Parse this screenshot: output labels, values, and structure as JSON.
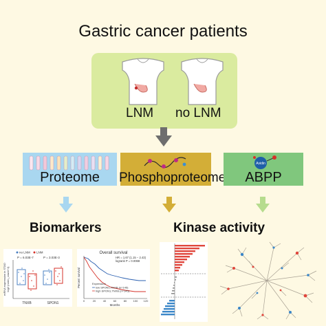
{
  "title": "Gastric cancer patients",
  "groups": {
    "lnm": "LNM",
    "no_lnm": "no LNM"
  },
  "methods": {
    "proteome": "Proteome",
    "phospho": "Phosphoproteome",
    "abpp": "ABPP",
    "avidin": "Avidin"
  },
  "outcomes": {
    "biomarkers": "Biomarkers",
    "kinase": "Kinase activity"
  },
  "boxplot": {
    "legend_no": "no LNM",
    "legend_lnm": "LNM",
    "p1": "P = 6.03E-7",
    "p2": "P = 3.03E-3",
    "ylabel": "mRNA expression in STAD",
    "ylabel2": "log2 (norm_count+1)",
    "x1": "TNXB",
    "x2": "SPON1"
  },
  "survival": {
    "title": "Overall survival",
    "hr": "HR = 1.67 (1.15 − 2.43)",
    "logrank": "logrank P = 0.0068",
    "ylabel": "Percent survival",
    "xlabel": "Months",
    "legend_title": "Expression",
    "low": "low SPON1,TNXB (n=145)",
    "high": "high SPON1,TNXB (n=145)",
    "xticks": [
      "0",
      "20",
      "40",
      "60",
      "80",
      "100",
      "120"
    ]
  },
  "colors": {
    "background": "#fef9e3",
    "patients_box": "#daeb9f",
    "proteome": "#a9d7f0",
    "phospho": "#d3ae37",
    "abpp": "#80c77d",
    "arrow_grey": "#6e6e6e",
    "arrow_blue": "#a9d7f0",
    "arrow_gold": "#d3ae37",
    "arrow_green": "#b6dc8e"
  },
  "icons": [
    "person-silhouette",
    "stomach",
    "test-tubes",
    "phosphate-chain",
    "avidin-beads",
    "kinase-bar-chart",
    "kinome-tree"
  ]
}
